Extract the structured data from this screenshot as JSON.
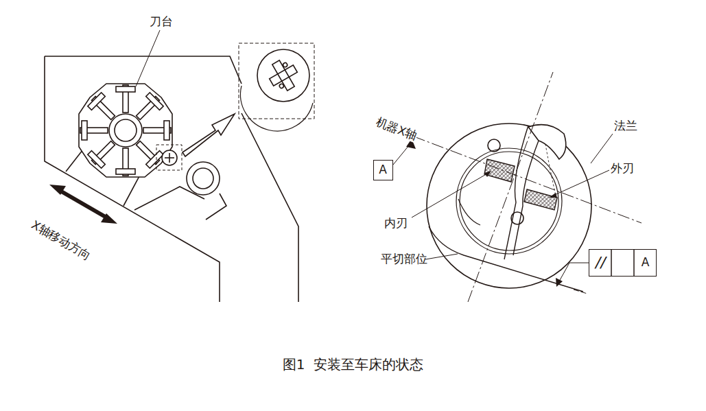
{
  "diagram": {
    "caption": "图1  安装至车床的状态",
    "nodes": [
      {
        "text": [
          "A"
        ]
      },
      {
        "text": [
          "//",
          "A"
        ]
      }
    ],
    "labels": [
      "刀台",
      "X轴移动方向",
      "机器X轴",
      "法兰",
      "外刃",
      "内刃",
      "平切部位"
    ]
  }
}
